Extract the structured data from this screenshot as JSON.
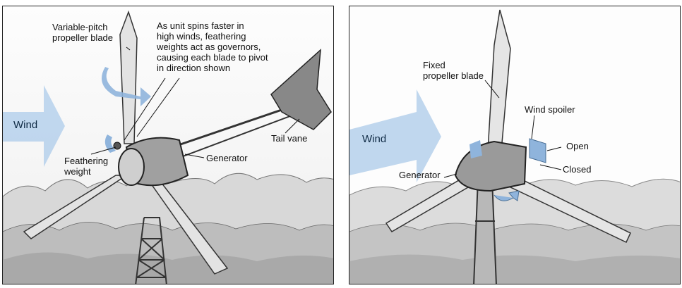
{
  "left_panel": {
    "labels": {
      "variable_pitch": "Variable-pitch\npropeller blade",
      "governor_note": "As unit spins faster in\nhigh winds, feathering\nweights act as governors,\ncausing each blade to pivot\nin direction shown",
      "wind": "Wind",
      "tail_vane": "Tail vane",
      "generator": "Generator",
      "feathering_weight": "Feathering\nweight"
    }
  },
  "right_panel": {
    "labels": {
      "fixed_blade": "Fixed\npropeller blade",
      "wind": "Wind",
      "wind_spoiler": "Wind spoiler",
      "open": "Open",
      "closed": "Closed",
      "generator": "Generator"
    }
  },
  "colors": {
    "wind_arrow": "#b9d3ec",
    "rotation_arrow": "#8fb4dc",
    "sketch": "#3a3a3a"
  }
}
